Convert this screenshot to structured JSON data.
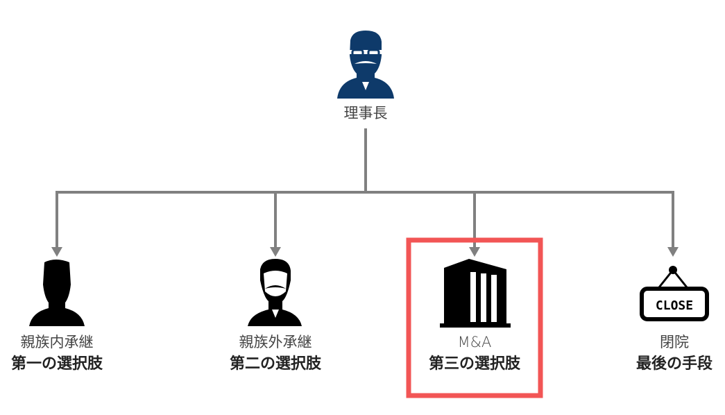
{
  "root": {
    "label": "理事長",
    "icon": "businessman-glasses-icon"
  },
  "options": [
    {
      "sub": "親族内承継",
      "title": "第一の選択肢",
      "icon": "person-silhouette-icon"
    },
    {
      "sub": "親族外承継",
      "title": "第二の選択肢",
      "icon": "businessman-mustache-icon"
    },
    {
      "sub": "M&A",
      "title": "第三の選択肢",
      "icon": "building-icon",
      "highlighted": true
    },
    {
      "sub": "閉院",
      "title": "最後の手段",
      "icon": "close-sign-icon",
      "sign_text": "CLOSE"
    }
  ],
  "colors": {
    "root_icon": "#0e3a6a",
    "connector": "#808080",
    "highlight": "#f25555",
    "icon": "#000000"
  }
}
